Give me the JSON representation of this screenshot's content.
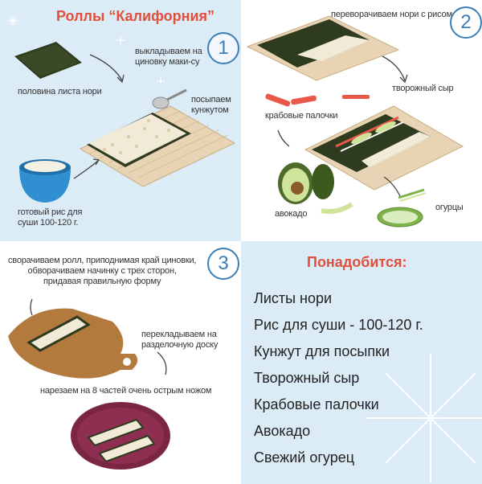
{
  "title": "Роллы “Калифорния”",
  "step1": {
    "number": "1",
    "label_nori_half": "половина листа нори",
    "label_lay_out": "выкладываем на\nциновку маки-су",
    "label_sprinkle": "посыпаем\nкунжутом",
    "label_rice": "готовый рис для\nсуши 100-120 г."
  },
  "step2": {
    "number": "2",
    "label_flip": "переворачиваем нори с рисом",
    "label_cheese": "творожный сыр",
    "label_crab": "крабовые палочки",
    "label_avocado": "авокадо",
    "label_cucumbers": "огурцы"
  },
  "step3": {
    "number": "3",
    "label_roll": "сворачиваем ролл, приподнимая край циновки,\nобворачиваем начинку с трех сторон,\nпридавая правильную форму",
    "label_transfer": "перекладываем на\nразделочную доску",
    "label_cut": "нарезаем на 8 частей очень острым ножом"
  },
  "needed": {
    "heading": "Понадобится:",
    "items": [
      "Листы нори",
      "Рис для суши - 100-120 г.",
      "Кунжут для посыпки",
      "Творожный сыр",
      "Крабовые палочки",
      "Авокадо",
      "Свежий огурец"
    ]
  }
}
